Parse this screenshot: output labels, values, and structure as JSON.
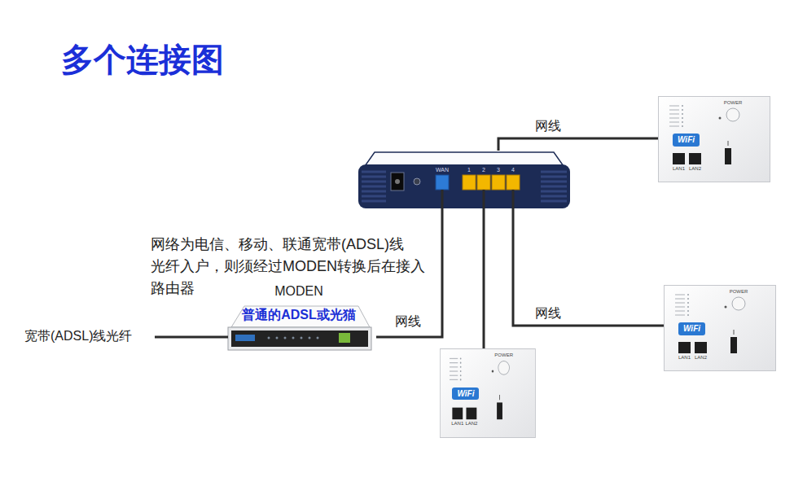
{
  "diagram": {
    "title": "多个连接图",
    "nodes": [
      {
        "text": [
          "POWER",
          "WiFi",
          "LAN1",
          "LAN2"
        ]
      },
      {
        "text": [
          "WAN",
          "1",
          "2",
          "3",
          "4"
        ]
      },
      {
        "text": [
          "POWER",
          "WiFi",
          "LAN1",
          "LAN2"
        ]
      },
      {
        "text": [
          "MODEN",
          "普通的ADSL或光猫"
        ]
      },
      {
        "text": [
          "POWER",
          "WiFi",
          "LAN1",
          "LAN2"
        ]
      }
    ],
    "edges": [
      {
        "from": 3,
        "to": 1,
        "arrow": "none",
        "label": "网线"
      },
      {
        "from": 1,
        "to": 0,
        "arrow": "none",
        "label": "网线"
      },
      {
        "from": 1,
        "to": 4,
        "arrow": "none"
      },
      {
        "from": 1,
        "to": 2,
        "arrow": "none",
        "label": "网线"
      }
    ],
    "labels": [
      "网络为电信、移动、联通宽带(ADSL)线 光纤入户，则须经过MODEN转换后在接入 路由器",
      "宽带(ADSL)线光纤"
    ]
  }
}
